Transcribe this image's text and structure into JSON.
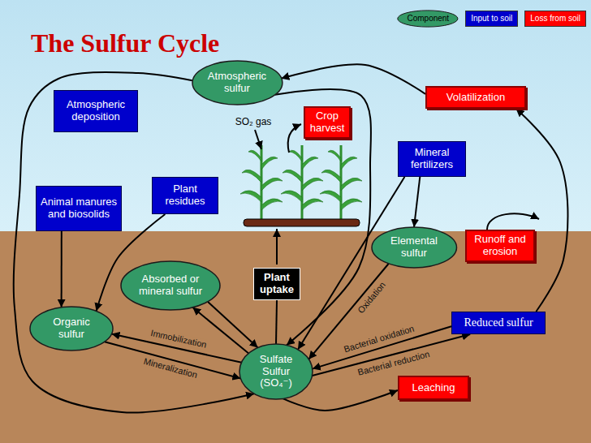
{
  "diagram": {
    "title": "The Sulfur Cycle",
    "nodes": [
      {
        "text": [
          "Atmospheric sulfur"
        ]
      },
      {
        "text": [
          "Atmospheric deposition"
        ]
      },
      {
        "text": [
          "Crop harvest"
        ]
      },
      {
        "text": [
          "Volatilization"
        ]
      },
      {
        "text": [
          "Mineral fertilizers"
        ]
      },
      {
        "text": [
          "Animal manures and biosolids"
        ]
      },
      {
        "text": [
          "Plant residues"
        ]
      },
      {
        "text": [
          "Elemental sulfur"
        ]
      },
      {
        "text": [
          "Runoff and erosion"
        ]
      },
      {
        "text": [
          "Absorbed or mineral sulfur"
        ]
      },
      {
        "text": [
          "Plant uptake"
        ]
      },
      {
        "text": [
          "Organic sulfur"
        ]
      },
      {
        "text": [
          "Reduced sulfur"
        ]
      },
      {
        "text": [
          "Sulfate Sulfur (SO₄⁻)"
        ]
      },
      {
        "text": [
          "Leaching"
        ]
      }
    ],
    "edges": [
      {
        "from": 3,
        "to": 0,
        "arrow": "to"
      },
      {
        "from": 0,
        "to": 13,
        "arrow": "to"
      },
      {
        "from": 0,
        "to": 13,
        "arrow": "to"
      },
      {
        "from": 4,
        "to": 7,
        "arrow": "to"
      },
      {
        "from": 4,
        "to": 13,
        "arrow": "to"
      },
      {
        "from": 6,
        "to": 11,
        "arrow": "to"
      },
      {
        "from": 5,
        "to": 11,
        "arrow": "to"
      },
      {
        "from": 7,
        "to": 13,
        "label": "Oxidation",
        "arrow": "to"
      },
      {
        "from": 9,
        "to": 13,
        "arrow": "to"
      },
      {
        "from": 13,
        "to": 9,
        "arrow": "to"
      },
      {
        "from": 13,
        "to": 10,
        "arrow": "none"
      },
      {
        "from": 13,
        "to": 11,
        "label": "Immobilization",
        "arrow": "to"
      },
      {
        "from": 11,
        "to": 13,
        "label": "Mineralization",
        "arrow": "to"
      },
      {
        "from": 12,
        "to": 13,
        "label": "Bacterial oxidation",
        "arrow": "to"
      },
      {
        "from": 13,
        "to": 12,
        "label": "Bacterial reduction",
        "arrow": "to"
      },
      {
        "from": 13,
        "to": 14,
        "arrow": "to"
      },
      {
        "from": 12,
        "to": 3,
        "arrow": "to"
      }
    ],
    "labels": [
      "SO₂ gas"
    ],
    "legend": [
      {
        "text": "Component",
        "color": "#339966"
      },
      {
        "text": "Input to soil",
        "color": "#0000cc"
      },
      {
        "text": "Loss from soil",
        "color": "#ff0000"
      }
    ]
  }
}
